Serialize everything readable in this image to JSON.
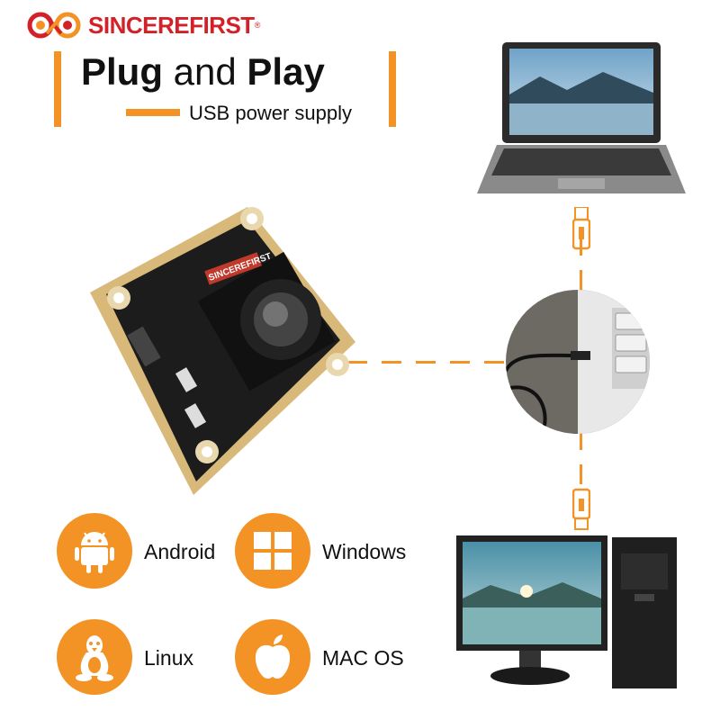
{
  "brand": {
    "name": "SINCEREFIRST",
    "reg": "®",
    "pcb_label": "SINCEREFIRST"
  },
  "header": {
    "title_bold_1": "Plug",
    "title_mid": " and ",
    "title_bold_2": "Play",
    "subtitle": "USB power supply"
  },
  "os": [
    {
      "label": "Android",
      "icon": "android-icon"
    },
    {
      "label": "Windows",
      "icon": "windows-icon"
    },
    {
      "label": "Linux",
      "icon": "linux-icon"
    },
    {
      "label": "MAC OS",
      "icon": "apple-icon"
    }
  ],
  "devices": [
    "laptop",
    "usb-port-closeup",
    "desktop-computer"
  ],
  "colors": {
    "accent": "#f39325",
    "brand": "#d32128",
    "pcb": "#1c1c1c",
    "pad": "#d8b97a"
  }
}
